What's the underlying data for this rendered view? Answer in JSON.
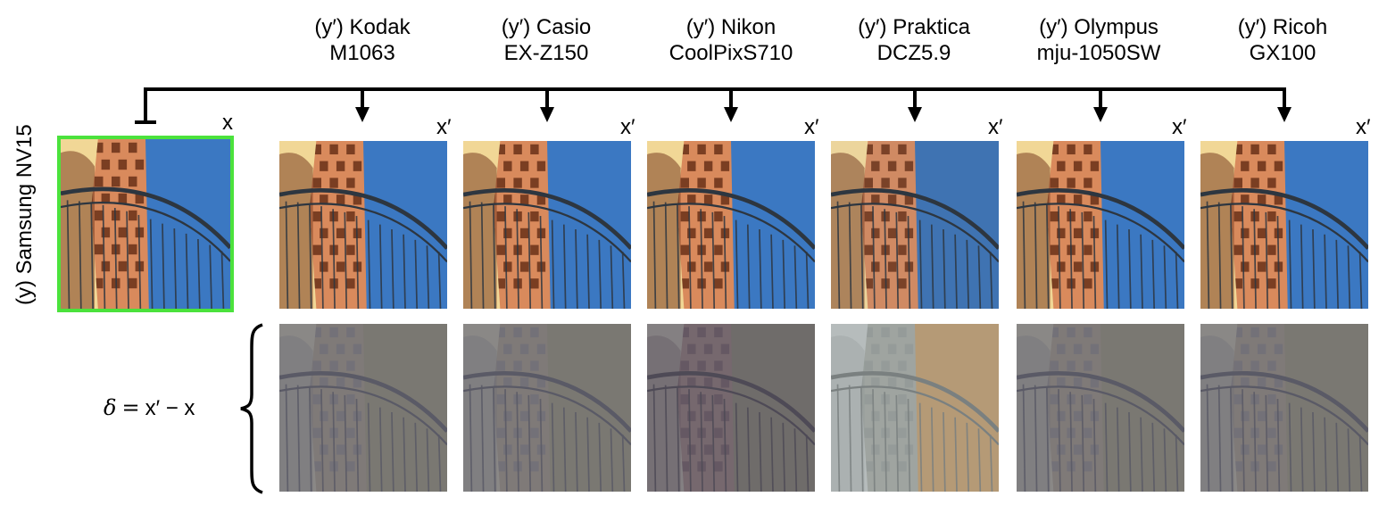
{
  "source": {
    "label": "(y) Samsung NV15",
    "x_label": "x",
    "frame_color": "#4be23c"
  },
  "targets": [
    {
      "line1": "(y′) Kodak",
      "line2": "M1063",
      "x_label": "x′"
    },
    {
      "line1": "(y′) Casio",
      "line2": "EX-Z150",
      "x_label": "x′"
    },
    {
      "line1": "(y′) Nikon",
      "line2": "CoolPixS710",
      "x_label": "x′"
    },
    {
      "line1": "(y′) Praktica",
      "line2": "DCZ5.9",
      "x_label": "x′"
    },
    {
      "line1": "(y′) Olympus",
      "line2": "mju-1050SW",
      "x_label": "x′"
    },
    {
      "line1": "(y′) Ricoh",
      "line2": "GX100",
      "x_label": "x′"
    }
  ],
  "delta": {
    "symbol": "δ",
    "equals": "=",
    "expression": "x′ − x"
  },
  "colors": {
    "sky": "#3b78c2",
    "brick": "#d98a5c",
    "wall_light": "#f1d796",
    "rail": "#2d3640",
    "diff_neutral": "#787670",
    "diff_praktica_tint": "#b59a76",
    "arrow": "#000000"
  }
}
